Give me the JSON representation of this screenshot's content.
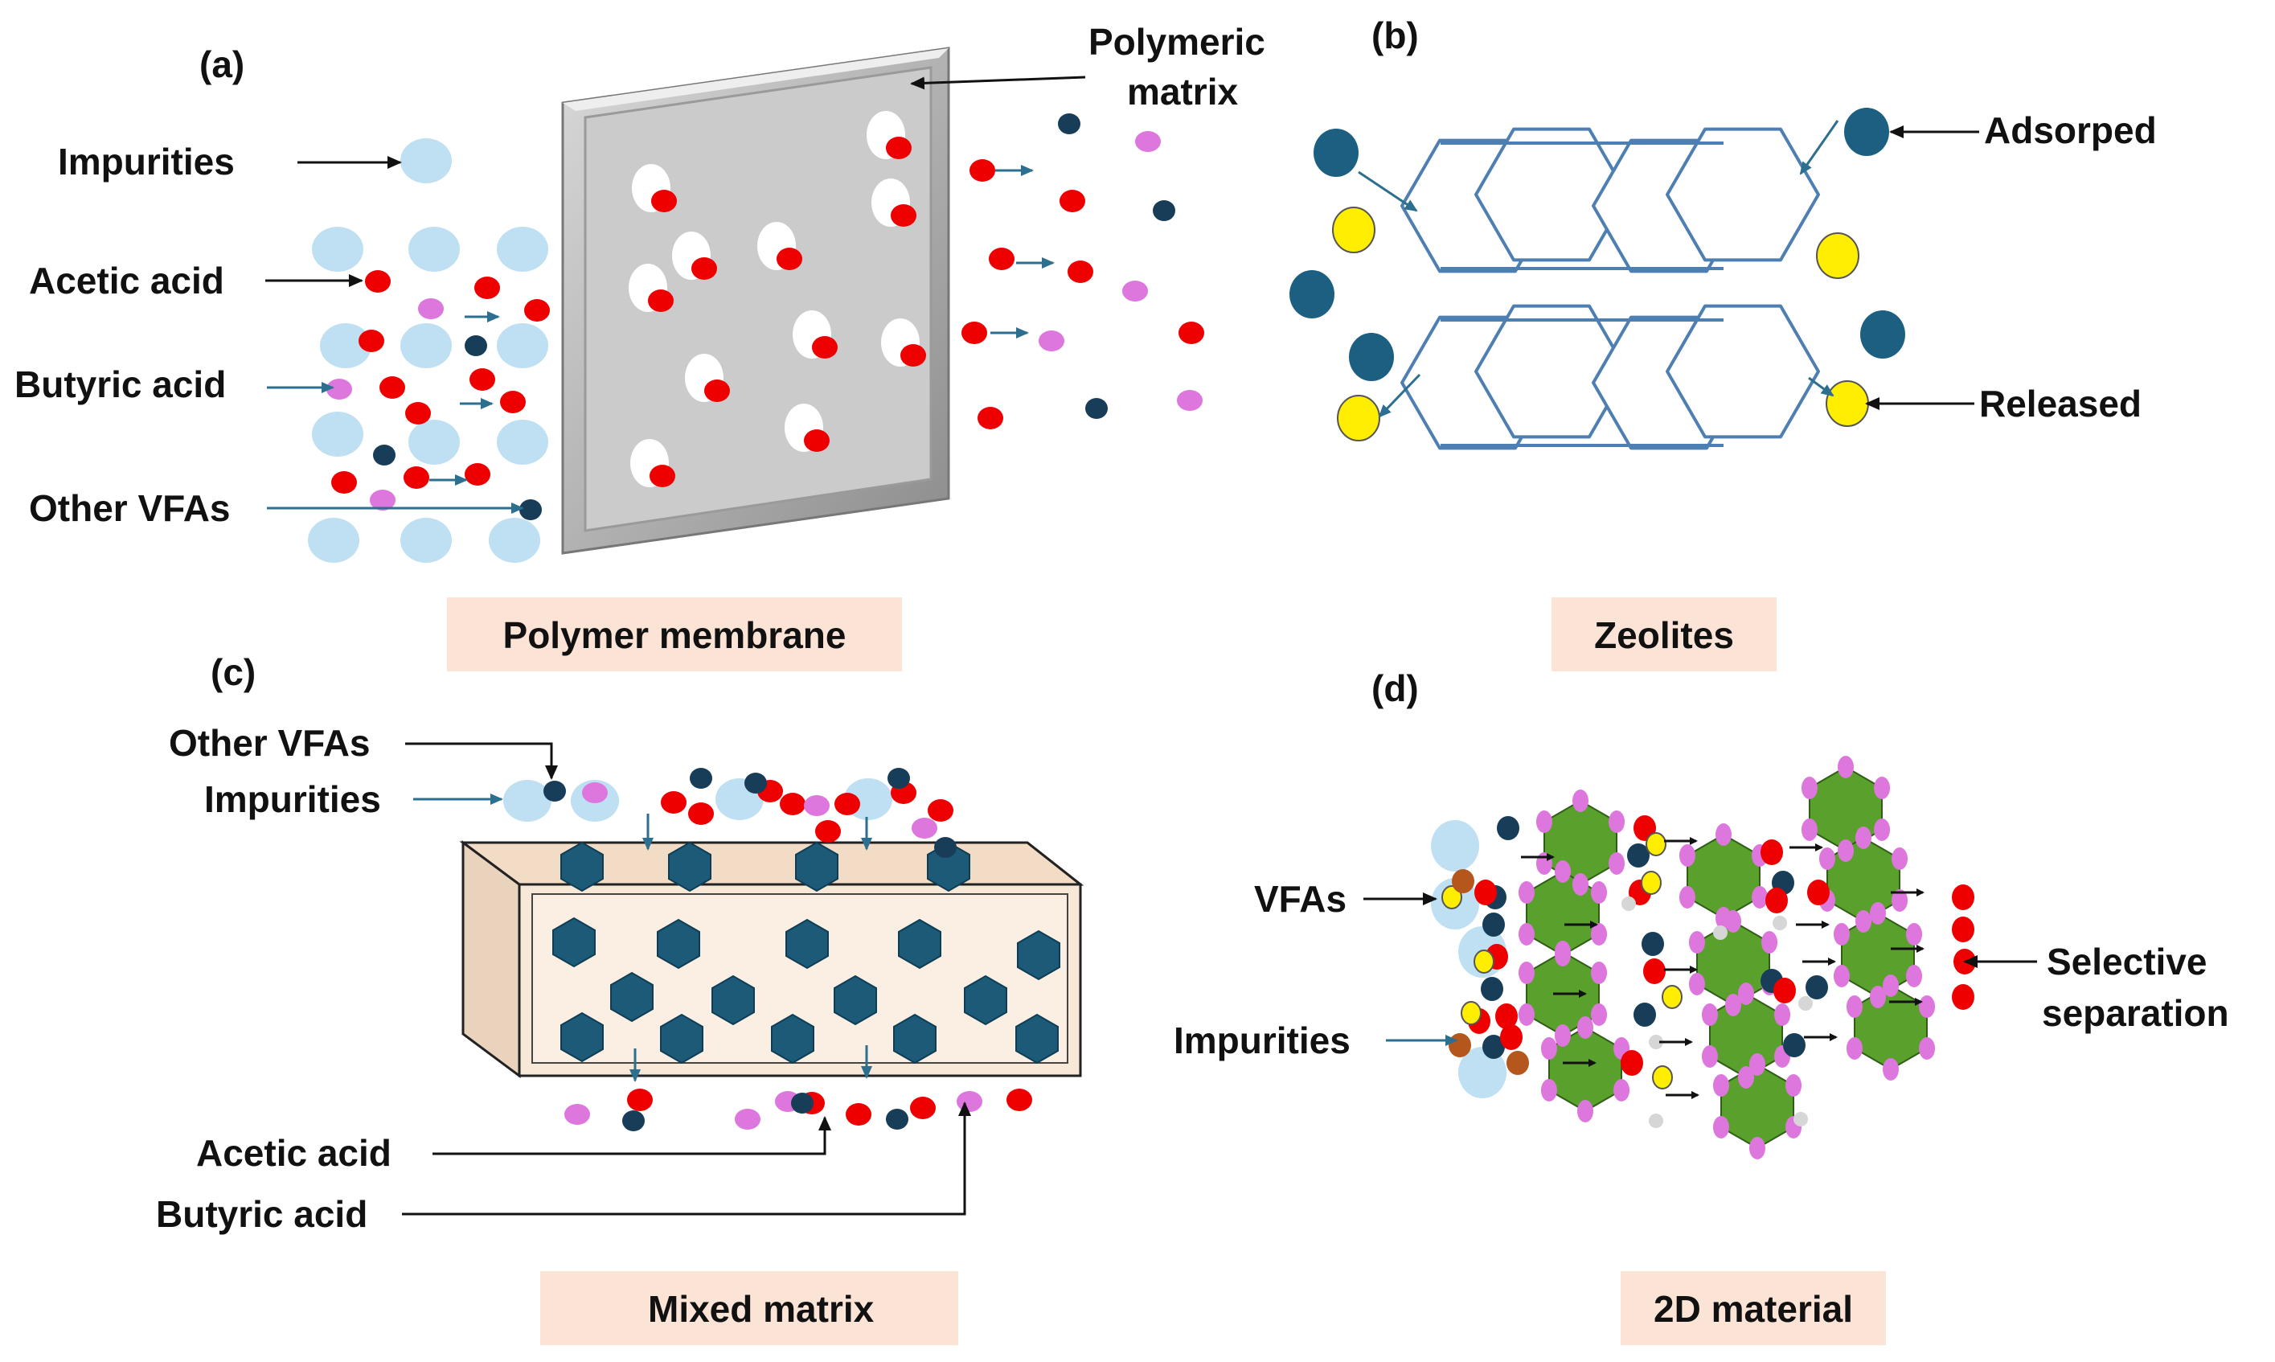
{
  "panels": {
    "a": {
      "letter": "(a)",
      "caption": "Polymer membrane",
      "labels": {
        "matrix_line1": "Polymeric",
        "matrix_line2": "matrix",
        "impurities": "Impurities",
        "acetic": "Acetic acid",
        "butyric": "Butyric acid",
        "other_vfas": "Other VFAs"
      }
    },
    "b": {
      "letter": "(b)",
      "caption": "Zeolites",
      "labels": {
        "adsorped": "Adsorped",
        "released": "Released"
      }
    },
    "c": {
      "letter": "(c)",
      "caption": "Mixed matrix",
      "labels": {
        "other_vfas": "Other VFAs",
        "impurities": "Impurities",
        "acetic": "Acetic acid",
        "butyric": "Butyric acid"
      }
    },
    "d": {
      "letter": "(d)",
      "caption": "2D material",
      "labels": {
        "vfas": "VFAs",
        "impurities": "Impurities",
        "selective1": "Selective",
        "selective2": "separation"
      }
    }
  },
  "colors": {
    "acetic": "#ee0000",
    "butyric": "#dd77dd",
    "other_vfa": "#173d58",
    "impurity": "#bfe0f2",
    "zeolite_blue": "#1d5f80",
    "released_yellow": "#ffee00",
    "graphene_green": "#5aa02c",
    "caption_bg": "#fbe3d6",
    "arrow_blue": "#2c6f8f",
    "hex_teal": "#1d5a78",
    "box_fill": "#f7e8d8"
  }
}
